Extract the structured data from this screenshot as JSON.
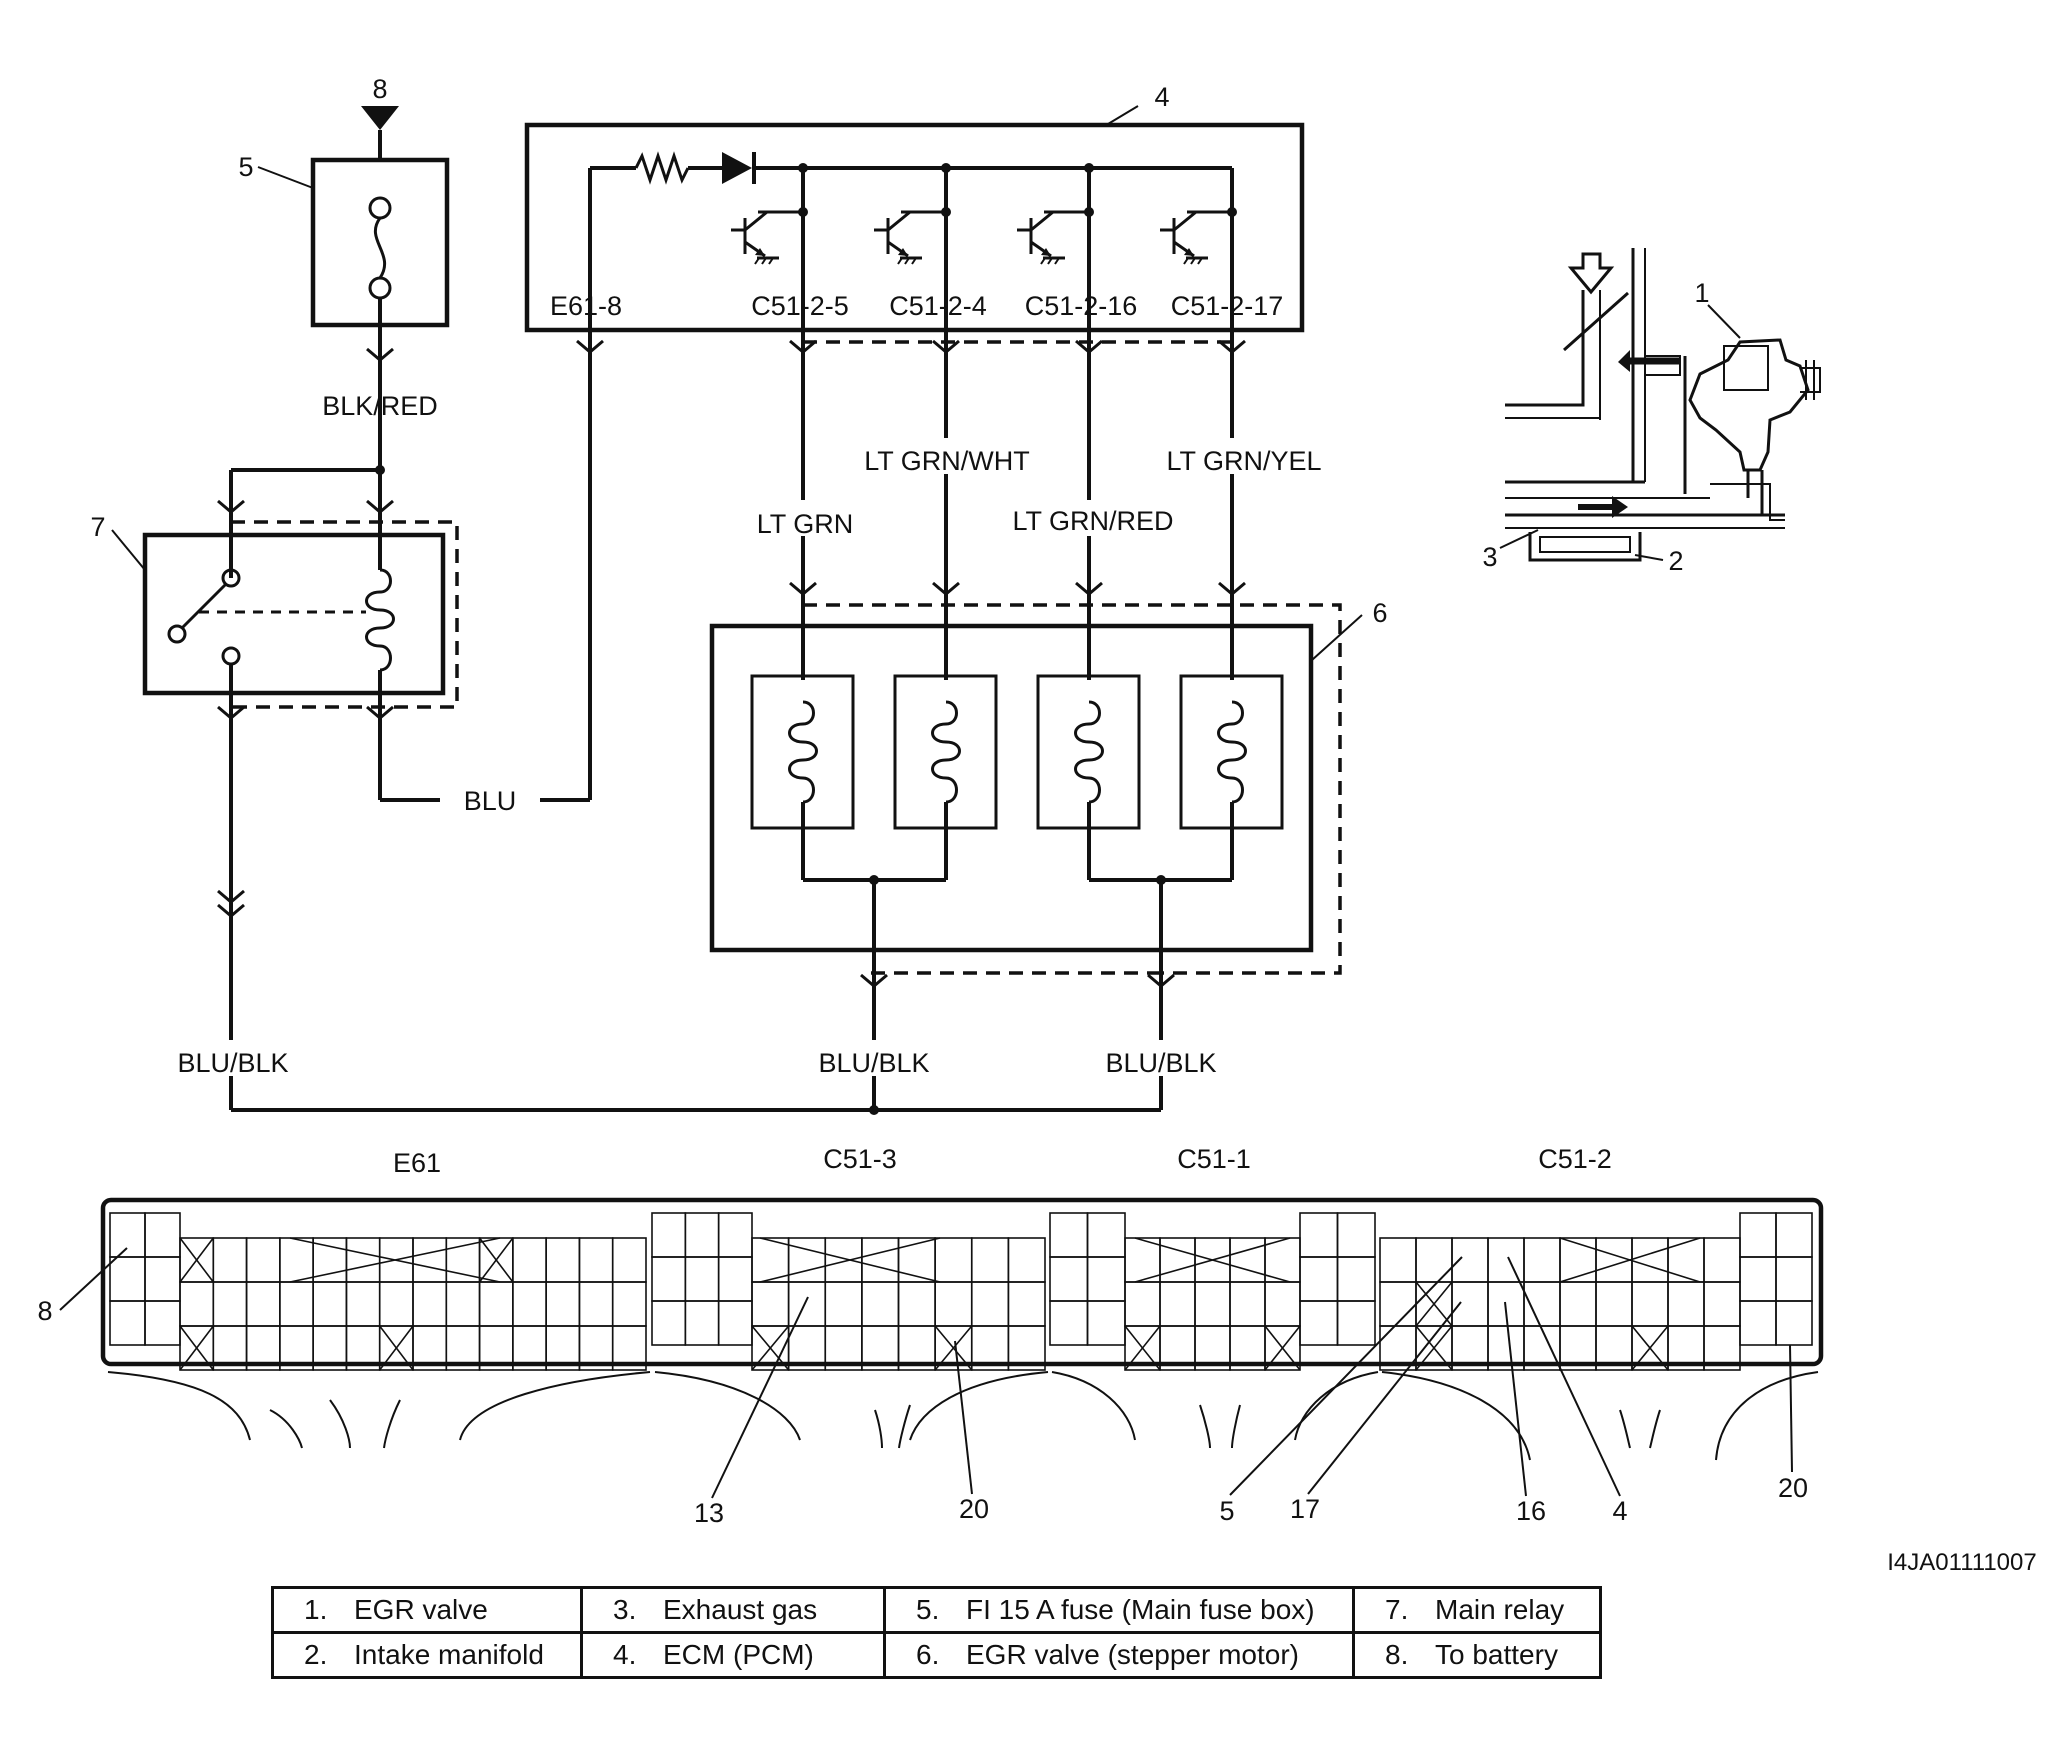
{
  "callouts": {
    "c1": "1",
    "c2": "2",
    "c3": "3",
    "c4": "4",
    "c5": "5",
    "c6": "6",
    "c7": "7",
    "c8": "8"
  },
  "ecm_terminals": [
    "E61-8",
    "C51-2-5",
    "C51-2-4",
    "C51-2-16",
    "C51-2-17"
  ],
  "wires": {
    "blk_red": "BLK/RED",
    "blu": "BLU",
    "lt_grn": "LT GRN",
    "lt_grn_wht": "LT GRN/WHT",
    "lt_grn_red": "LT GRN/RED",
    "lt_grn_yel": "LT GRN/YEL",
    "blu_blk_left": "BLU/BLK",
    "blu_blk_mid": "BLU/BLK",
    "blu_blk_right": "BLU/BLK"
  },
  "connectors": [
    "E61",
    "C51-3",
    "C51-1",
    "C51-2"
  ],
  "pin_callouts": {
    "e61_8": "8",
    "c51_3_13": "13",
    "c51_3_20": "20",
    "c51_2_5": "5",
    "c51_2_17": "17",
    "c51_2_16": "16",
    "c51_2_4": "4",
    "c51_2_20": "20"
  },
  "figure_id": "I4JA01111007",
  "legend": [
    [
      {
        "n": "1.",
        "t": "EGR valve"
      },
      {
        "n": "3.",
        "t": "Exhaust gas"
      },
      {
        "n": "5.",
        "t": "FI 15 A fuse (Main fuse box)"
      },
      {
        "n": "7.",
        "t": "Main relay"
      }
    ],
    [
      {
        "n": "2.",
        "t": "Intake manifold"
      },
      {
        "n": "4.",
        "t": "ECM (PCM)"
      },
      {
        "n": "6.",
        "t": "EGR valve (stepper motor)"
      },
      {
        "n": "8.",
        "t": "To battery"
      }
    ]
  ]
}
